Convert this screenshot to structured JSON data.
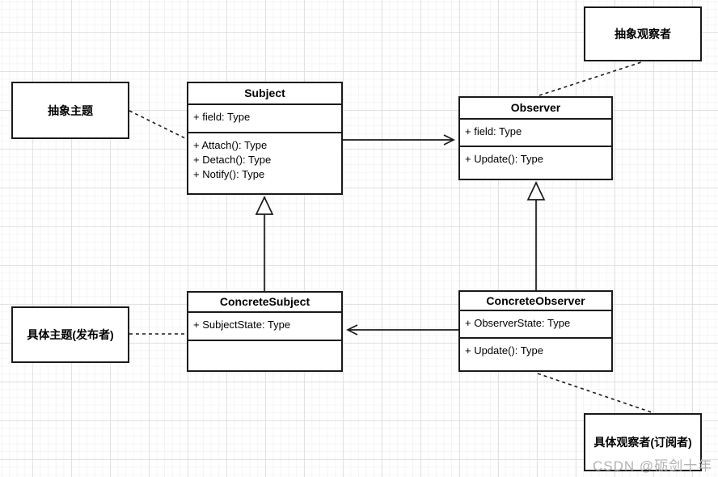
{
  "diagram": {
    "title": "Observer pattern UML class diagram",
    "classes": {
      "subject": {
        "title": "Subject",
        "attributes": [
          "+ field: Type"
        ],
        "methods": [
          "+ Attach(): Type",
          "+ Detach(): Type",
          "+ Notify(): Type"
        ]
      },
      "observer": {
        "title": "Observer",
        "attributes": [
          "+ field: Type"
        ],
        "methods": [
          "+ Update(): Type"
        ]
      },
      "concrete_subject": {
        "title": "ConcreteSubject",
        "attributes": [
          "+ SubjectState: Type"
        ],
        "methods": []
      },
      "concrete_observer": {
        "title": "ConcreteObserver",
        "attributes": [
          "+ ObserverState: Type"
        ],
        "methods": [
          "+ Update(): Type"
        ]
      }
    },
    "annotations": {
      "abstract_subject": "抽象主题",
      "abstract_observer": "抽象观察者",
      "concrete_subject": "具体主题(发布者)",
      "concrete_observer": "具体观察者(订阅者)"
    },
    "connectors": [
      {
        "type": "association-open-arrow",
        "from": "Subject",
        "to": "Observer"
      },
      {
        "type": "association-open-arrow",
        "from": "ConcreteObserver",
        "to": "ConcreteSubject"
      },
      {
        "type": "generalization-hollow-triangle",
        "from": "ConcreteSubject",
        "to": "Subject"
      },
      {
        "type": "generalization-hollow-triangle",
        "from": "ConcreteObserver",
        "to": "Observer"
      },
      {
        "type": "dashed-note-link",
        "from": "抽象主题",
        "to": "Subject"
      },
      {
        "type": "dashed-note-link",
        "from": "Observer",
        "to": "抽象观察者"
      },
      {
        "type": "dashed-note-link",
        "from": "具体主题(发布者)",
        "to": "ConcreteSubject"
      },
      {
        "type": "dashed-note-link",
        "from": "ConcreteObserver",
        "to": "具体观察者(订阅者)"
      }
    ],
    "watermark": "CSDN @砺剑十年",
    "colors": {
      "stroke": "#1a1a1a",
      "background": "#ffffff",
      "grid_minor": "#f4f4f4",
      "grid_major": "#e2e2e2",
      "watermark": "#b3b3b3"
    }
  }
}
